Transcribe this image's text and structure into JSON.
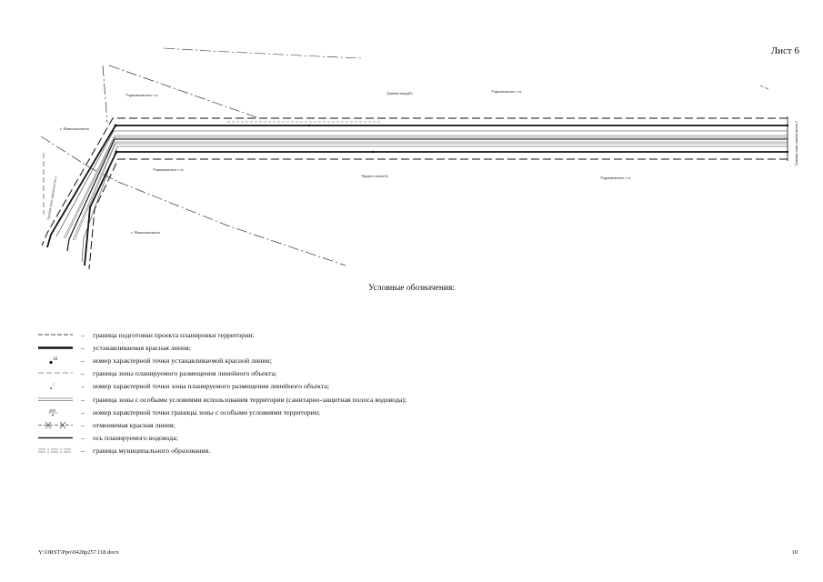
{
  "sheet": {
    "label": "Лист 6"
  },
  "map": {
    "labels": {
      "ukhr_top": "Ухрымнежское с.п.",
      "ukhr_right": "Ухрымежское с.п.",
      "zone": "Доменм назад(б)",
      "green": "Кредно отмен.бо",
      "ukhr_mid": "Ухрымежское с.п.",
      "ukhr_lower_right": "Ухрымежское с.п.",
      "town_left": "г. Новошахтинск",
      "town_bottom": "г. Новошахтинск",
      "vertical_left": "Граница зоны строительства 1",
      "vertical_right": "Граница зоны строительства 2"
    }
  },
  "legend": {
    "title": "Условные обозначения:",
    "dash": "–",
    "items": [
      {
        "text": "граница подготовки проекта планировки территории;"
      },
      {
        "text": "устанавливаемая красная линия;"
      },
      {
        "text": "номер характерной точки устанавливаемой красной линии;",
        "symbol": "10"
      },
      {
        "text": "граница зоны планируемого размещения линейного объекта;"
      },
      {
        "text": "номер характерной точки зоны планируемого размещения линейного объекта;",
        "symbol": "5"
      },
      {
        "text": "граница зоны с особыми условиями использования территории (санитарно-защитная полоса водовода);"
      },
      {
        "text": "номер характерной точки границы зоны с особыми условиями территории;",
        "symbol": "259"
      },
      {
        "text": "отменяемая красная линия;"
      },
      {
        "text": "ось планируемого водовода;"
      },
      {
        "text": "граница муниципального образования."
      }
    ]
  },
  "footer": {
    "file": "Y:\\ORST\\Ppo\\0428p257.f18.docx",
    "page": "10"
  }
}
